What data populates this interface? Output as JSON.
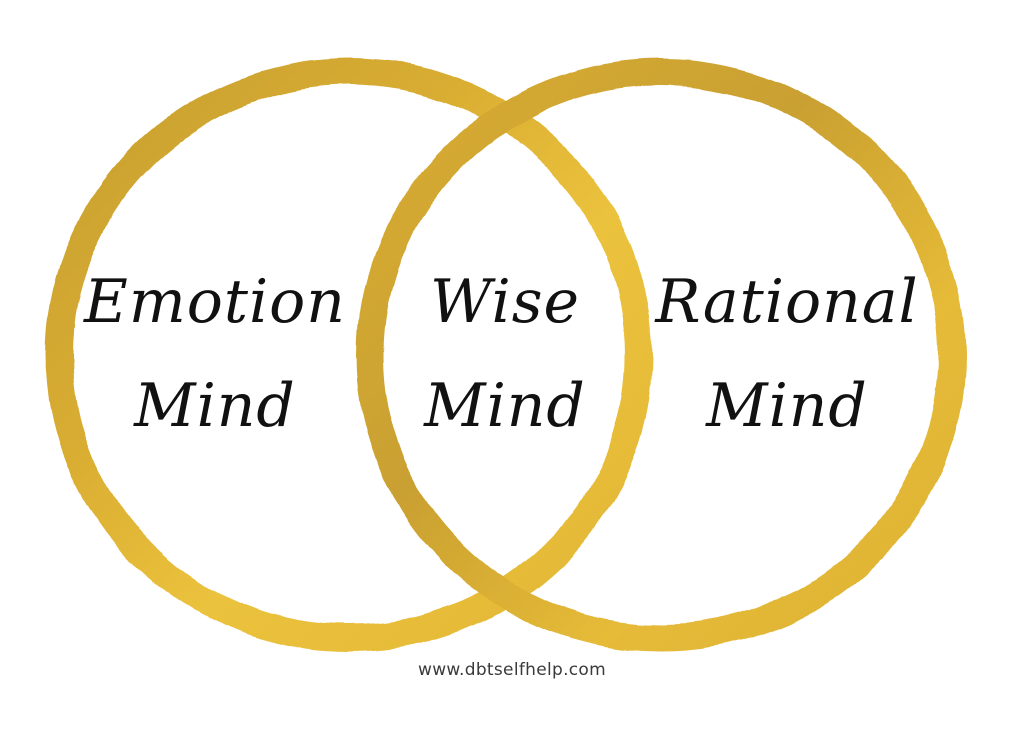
{
  "diagram": {
    "type": "venn",
    "colors": {
      "ring_light": "#E8BC3A",
      "ring_mid": "#D6A82E",
      "ring_dark": "#B8902A",
      "text": "#111111",
      "background": "#FFFFFF"
    },
    "circles": [
      {
        "id": "left",
        "label_line1": "Emotion",
        "label_line2": "Mind"
      },
      {
        "id": "right",
        "label_line1": "Rational",
        "label_line2": "Mind"
      }
    ],
    "intersection": {
      "label_line1": "Wise",
      "label_line2": "Mind"
    }
  },
  "footer": {
    "url": "www.dbtselfhelp.com"
  }
}
